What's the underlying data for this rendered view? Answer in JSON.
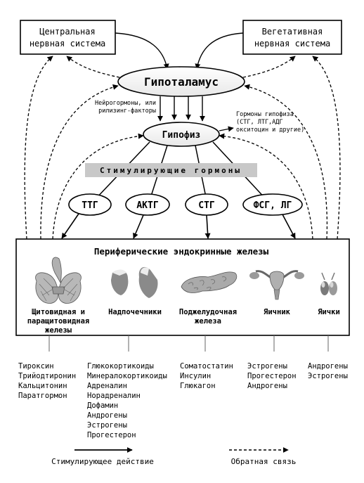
{
  "top_boxes": {
    "cns": [
      "Центральная",
      "нервная система"
    ],
    "ans": [
      "Вегетативная",
      "нервная система"
    ]
  },
  "hypothalamus": "Гипоталамус",
  "neurohormones": [
    "Нейрогормоны, или",
    "рилизинг-факторы"
  ],
  "pituitary": "Гипофиз",
  "pituitary_hormones": [
    "Гормоны гипофиза",
    "(СТГ, ЛТГ,АДГ",
    "окситоцин и другие)"
  ],
  "stimulating_hormones": "Стимулирующие  гормоны",
  "hormone_ovals": [
    "ТТГ",
    "АКТГ",
    "СТГ",
    "ФСГ, ЛГ"
  ],
  "peripheral_title": "Периферические эндокринные железы",
  "glands": [
    {
      "name": [
        "Щитовидная и",
        "паращитовидная",
        "железы"
      ],
      "icon": "thyroid-icon"
    },
    {
      "name": [
        "Надпочечники"
      ],
      "icon": "adrenal-icon"
    },
    {
      "name": [
        "Поджелудочная",
        "железа"
      ],
      "icon": "pancreas-icon"
    },
    {
      "name": [
        "Яичник"
      ],
      "icon": "ovary-icon"
    },
    {
      "name": [
        "Яички"
      ],
      "icon": "testes-icon"
    }
  ],
  "hormone_lists": [
    [
      "Тироксин",
      "Трийодтиронин",
      "Кальцитонин",
      "Паратгормон"
    ],
    [
      "Глюкокортикоиды",
      "Минералокортикоиды",
      "Адреналин",
      "Норадреналин",
      "Дофамин",
      "Андрогены",
      "Эстрогены",
      "Прогестерон"
    ],
    [
      "Соматостатин",
      "Инсулин",
      "Глюкагон"
    ],
    [
      "Эстрогены",
      "Прогестерон",
      "Андрогены"
    ],
    [
      "Андрогены",
      "Эстрогены"
    ]
  ],
  "legend": {
    "stimulating": "Стимулирующее действие",
    "feedback": "Обратная связь"
  },
  "colors": {
    "line": "#000000",
    "organ_fill": "#9a9a9a",
    "organ_dark": "#5a5a5a",
    "organ_light": "#d8d8d8"
  }
}
